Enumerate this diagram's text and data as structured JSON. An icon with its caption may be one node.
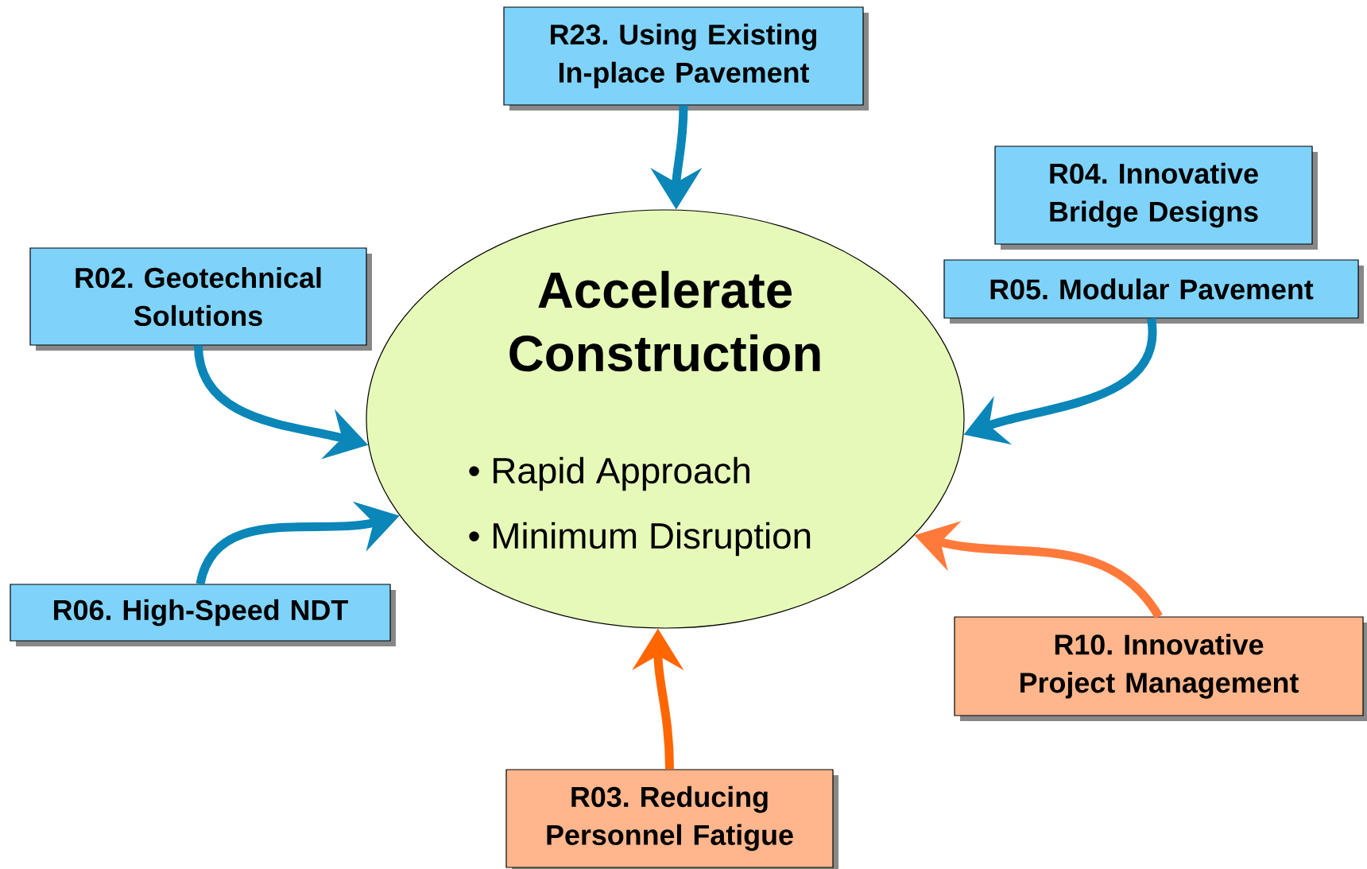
{
  "diagram": {
    "nodes": [
      {
        "text": [
          "Accelerate Construction",
          "• Rapid Approach",
          "• Minimum Disruption"
        ]
      },
      {
        "text": [
          "R23. Using Existing In-place Pavement"
        ]
      },
      {
        "text": [
          "R04. Innovative Bridge Designs"
        ]
      },
      {
        "text": [
          "R05. Modular Pavement"
        ]
      },
      {
        "text": [
          "R02. Geotechnical Solutions"
        ]
      },
      {
        "text": [
          "R06. High-Speed NDT"
        ]
      },
      {
        "text": [
          "R10. Innovative Project Management"
        ]
      },
      {
        "text": [
          "R03. Reducing Personnel Fatigue"
        ]
      }
    ],
    "edges": [
      {
        "from": 1,
        "to": 0,
        "arrow": "to"
      },
      {
        "from": 3,
        "to": 0,
        "arrow": "to"
      },
      {
        "from": 4,
        "to": 0,
        "arrow": "to"
      },
      {
        "from": 5,
        "to": 0,
        "arrow": "to"
      },
      {
        "from": 6,
        "to": 0,
        "arrow": "to",
        "color": "#ff7a3a"
      },
      {
        "from": 7,
        "to": 0,
        "arrow": "to",
        "color": "#ff6600"
      }
    ]
  }
}
